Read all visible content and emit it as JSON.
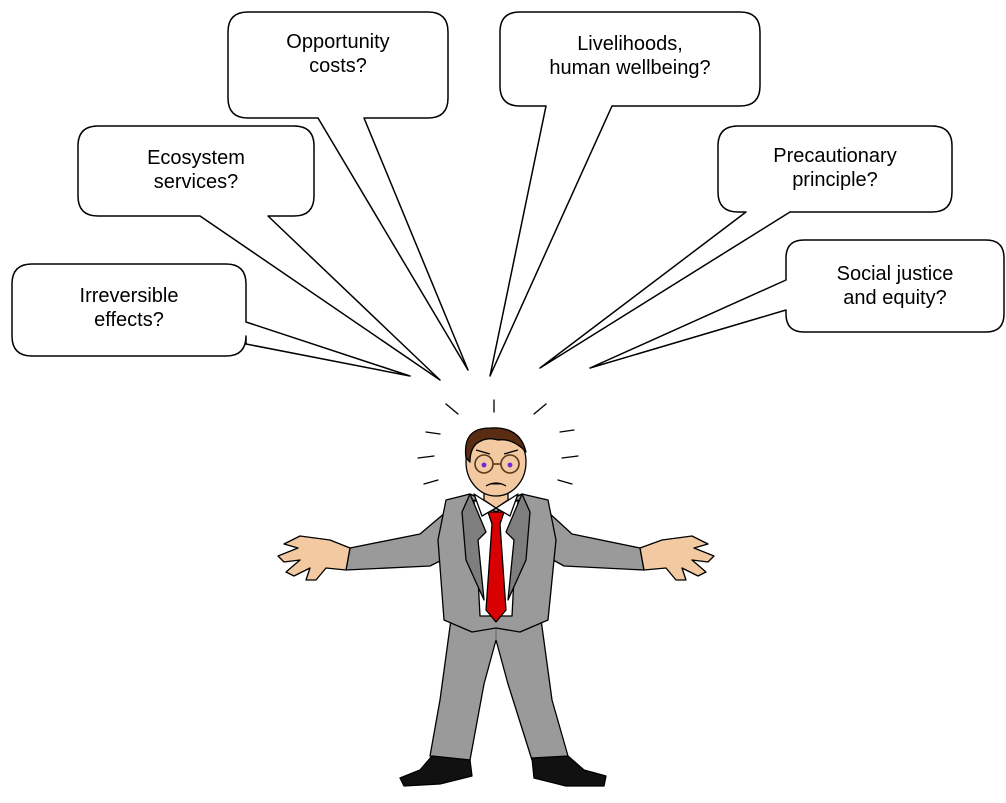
{
  "bubbles": [
    {
      "id": "opportunity",
      "lines": [
        "Opportunity",
        "costs?"
      ]
    },
    {
      "id": "livelihoods",
      "lines": [
        "Livelihoods,",
        "human wellbeing?"
      ]
    },
    {
      "id": "ecosystem",
      "lines": [
        "Ecosystem",
        "services?"
      ]
    },
    {
      "id": "precautionary",
      "lines": [
        "Precautionary",
        "principle?"
      ]
    },
    {
      "id": "irreversible",
      "lines": [
        "Irreversible",
        "effects?"
      ]
    },
    {
      "id": "social",
      "lines": [
        "Social justice",
        "and equity?"
      ]
    }
  ],
  "figure": {
    "description_icon": "confused-businessman-shrugging",
    "colors": {
      "suit": "#9a9a9a",
      "suit_dark": "#6e6e6e",
      "tie": "#d80000",
      "skin": "#f2c9a0",
      "hair": "#5a2d12",
      "shoes": "#111111",
      "shirt": "#ffffff"
    }
  }
}
